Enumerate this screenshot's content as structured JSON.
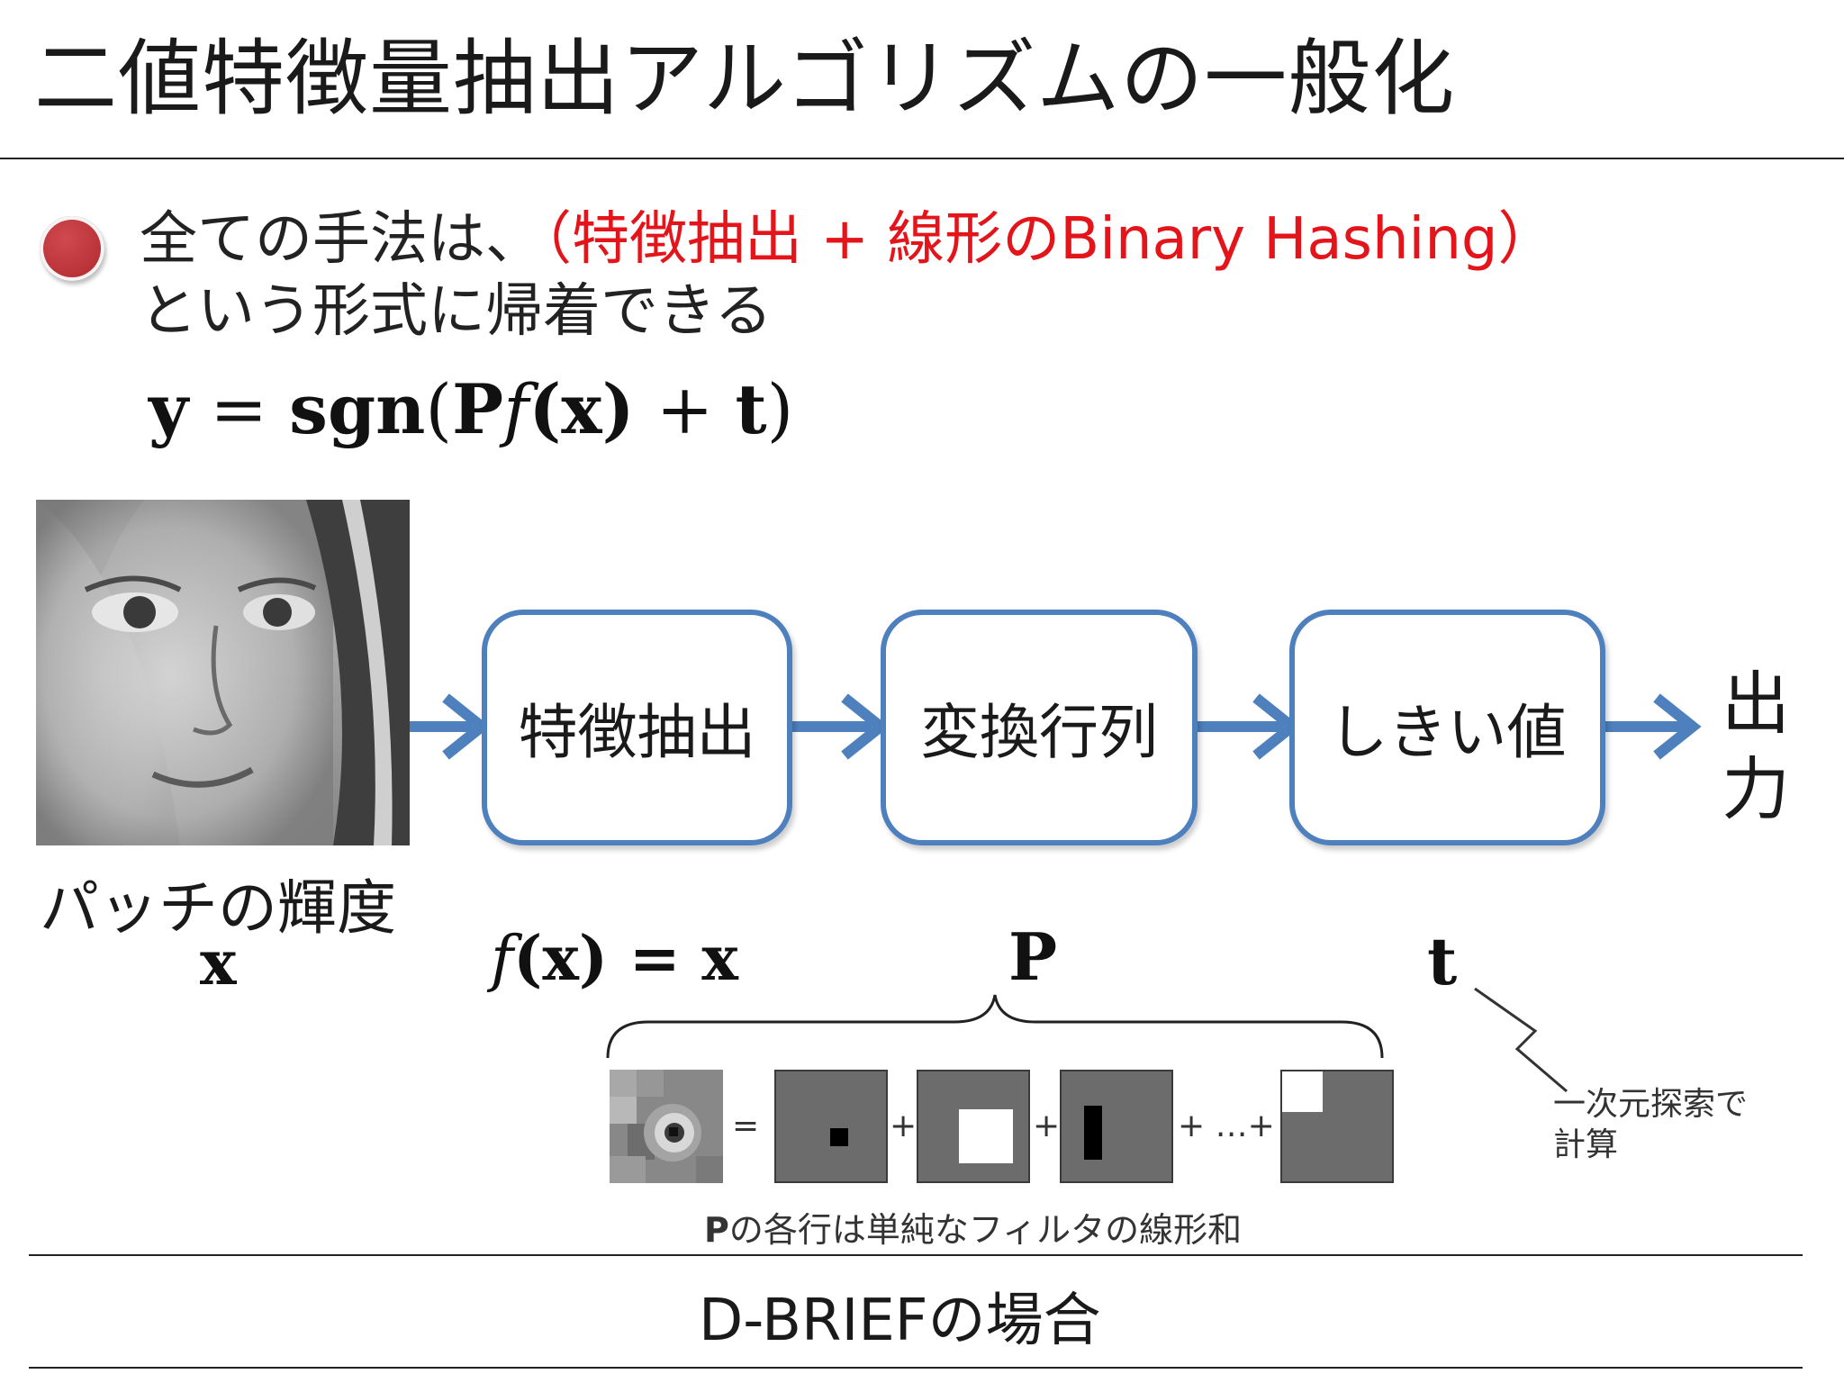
{
  "title": "二値特徴量抽出アルゴリズムの一般化",
  "bullet": {
    "line1_prefix": "全ての手法は、",
    "line1_highlight": "（特徴抽出 + 線形のBinary Hashing）",
    "line2": "という形式に帰着できる"
  },
  "formula_main": {
    "lhs": "y",
    "eq": " = ",
    "sgn": "sgn",
    "open": "(",
    "P": "P",
    "f": "f",
    "arg": "(x)",
    "plus": " + ",
    "t": "t",
    "close": ")"
  },
  "patch": {
    "caption": "パッチの輝度",
    "var": "x"
  },
  "pipeline": {
    "boxes": [
      "特徴抽出",
      "変換行列",
      "しきい値"
    ],
    "output_label_1": "出",
    "output_label_2": "力"
  },
  "labels": {
    "f_eq": "f",
    "f_eq_rest": "(x) = x",
    "P": "P",
    "t": "t",
    "t_note_1": "一次元探索で",
    "t_note_2": "計算",
    "ops": {
      "eq": "=",
      "plus": "+",
      "ellipsis": "+ …+"
    },
    "filter_caption_bold": "P",
    "filter_caption_rest": "の各行は単純なフィルタの線形和"
  },
  "footer": "D-BRIEFの場合",
  "colors": {
    "accent_blue": "#4e80bd",
    "highlight_red": "#e4141b",
    "bullet_red": "#b83136"
  }
}
